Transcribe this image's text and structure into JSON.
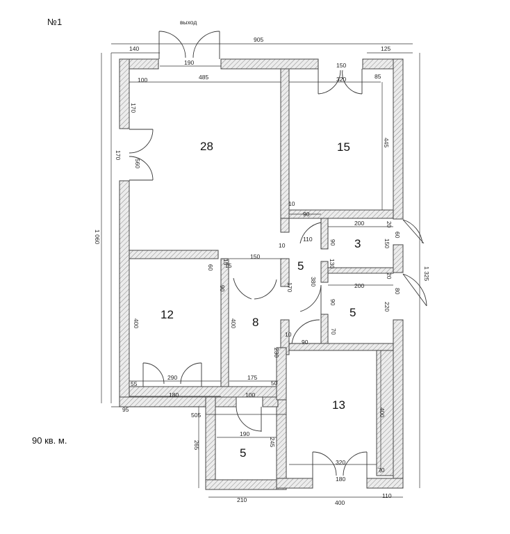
{
  "plan_number": "№1",
  "total_area": "90 кв. м.",
  "exit_label": "выход",
  "rooms": [
    {
      "id": "room-28",
      "label": "28"
    },
    {
      "id": "room-15",
      "label": "15"
    },
    {
      "id": "room-3",
      "label": "3"
    },
    {
      "id": "room-5-hall",
      "label": "5"
    },
    {
      "id": "room-5-right",
      "label": "5"
    },
    {
      "id": "room-12",
      "label": "12"
    },
    {
      "id": "room-8",
      "label": "8"
    },
    {
      "id": "room-13",
      "label": "13"
    },
    {
      "id": "room-5-bottom",
      "label": "5"
    }
  ],
  "dimensions": {
    "d140": "140",
    "d905": "905",
    "d125": "125",
    "d190": "190",
    "d100a": "100",
    "d485": "485",
    "d150a": "150",
    "d320a": "320",
    "d85": "85",
    "d170a": "170",
    "d170b": "170",
    "d560": "560",
    "d445": "445",
    "d1060": "1 060",
    "d1325": "1 325",
    "d10a": "10",
    "d90a": "90",
    "d200a": "200",
    "d20a": "20",
    "d10b": "10",
    "d110": "110",
    "d90b": "90",
    "d150b": "150",
    "d60a": "60",
    "d130": "130",
    "d60b": "60",
    "d15a": "15",
    "d15b": "15",
    "d150c": "150",
    "d380": "380",
    "d170c": "170",
    "d200b": "200",
    "d20b": "20",
    "d80": "80",
    "d90c": "90",
    "d220": "220",
    "d70a": "70",
    "d10c": "10",
    "d90d": "90",
    "d400a": "400",
    "d400b": "400",
    "d230": "230",
    "d55": "55",
    "d290": "290",
    "d175": "175",
    "d50": "50",
    "d180a": "180",
    "d100b": "100",
    "d95": "95",
    "d505": "505",
    "d400c": "400",
    "d190b": "190",
    "d265": "265",
    "d245": "245",
    "d320b": "320",
    "d70b": "70",
    "d180b": "180",
    "d210": "210",
    "d400d": "400",
    "d110b": "110",
    "d90e": "90"
  }
}
